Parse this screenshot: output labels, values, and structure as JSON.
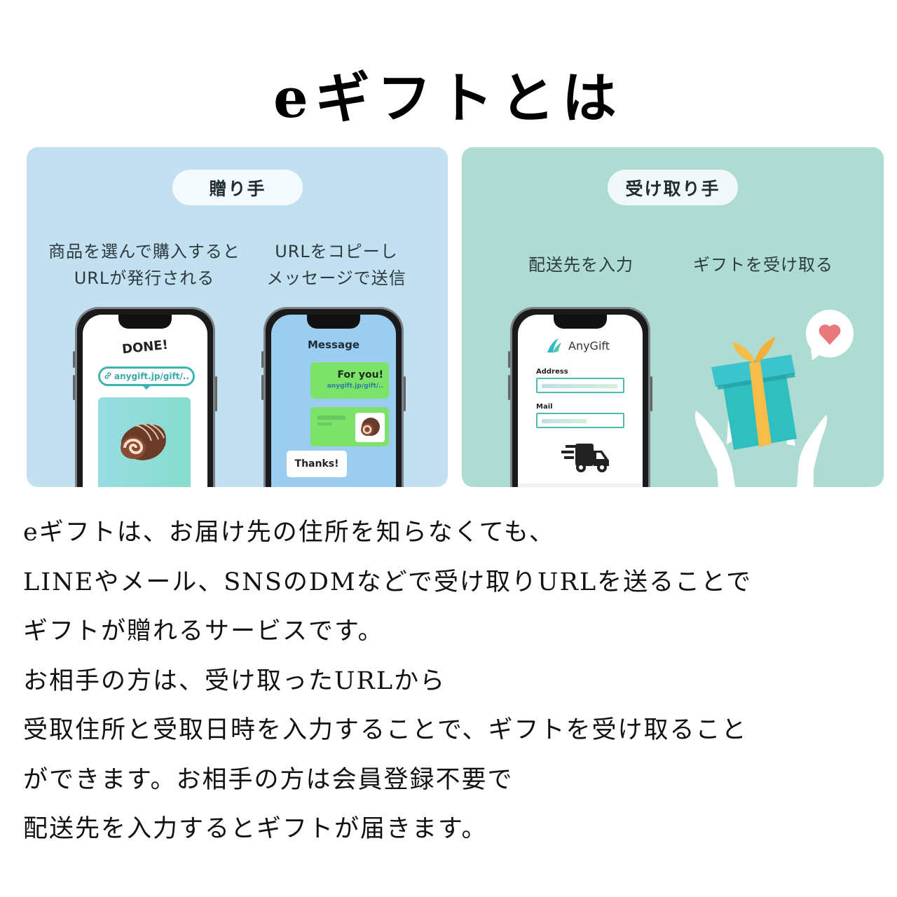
{
  "title": "eギフトとは",
  "sender_panel": {
    "label": "贈り手",
    "background": "#c3e0f0",
    "steps": [
      {
        "caption_lines": [
          "商品を選んで購入すると",
          "URLが発行される"
        ]
      },
      {
        "caption_lines": [
          "URLをコピーし",
          "メッセージで送信"
        ]
      }
    ],
    "phone_done": {
      "heading": "DONE!",
      "link_text": "anygift.jp/gift/..",
      "link_icon": "link-icon",
      "image": "roll-cake"
    },
    "phone_message": {
      "heading": "Message",
      "bubble_title": "For you!",
      "bubble_link": "anygift.jp/gift/..",
      "reply": "Thanks!"
    }
  },
  "receiver_panel": {
    "label": "受け取り手",
    "background": "#aedcd3",
    "steps": [
      {
        "caption_lines": [
          "配送先を入力"
        ]
      },
      {
        "caption_lines": [
          "ギフトを受け取る"
        ]
      }
    ],
    "phone_form": {
      "brand": "AnyGift",
      "fields": [
        {
          "label": "Address"
        },
        {
          "label": "Mail"
        }
      ],
      "icon": "delivery-truck-icon"
    },
    "illustration": {
      "items": [
        "gift-box",
        "hands",
        "heart-speech-bubble"
      ]
    }
  },
  "description": {
    "lines": [
      "eギフトは、お届け先の住所を知らなくても、",
      "LINEやメール、SNSのDMなどで受け取りURLを送ることで",
      "ギフトが贈れるサービスです。",
      "お相手の方は、受け取ったURLから",
      "受取住所と受取日時を入力することで、ギフトを受け取ること",
      "ができます。お相手の方は会員登録不要で",
      "配送先を入力するとギフトが届きます。"
    ]
  },
  "colors": {
    "accent_teal": "#3fb3b0",
    "bubble_green": "#7de26a",
    "ribbon_yellow": "#f7bd4a",
    "box_teal": "#2fbfbf",
    "heart": "#e8787c"
  }
}
